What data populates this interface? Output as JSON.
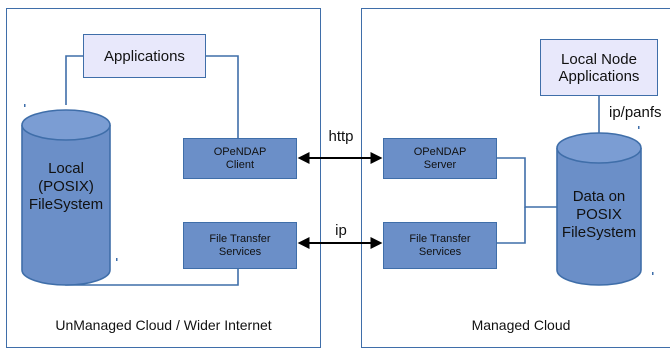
{
  "left_panel": {
    "caption": "UnManaged Cloud / Wider Internet",
    "applications": "Applications",
    "local_fs": "Local\n(POSIX)\nFileSystem",
    "opendap_client": "OPeNDAP\nClient",
    "file_transfer": "File Transfer\nServices"
  },
  "right_panel": {
    "caption": "Managed Cloud",
    "local_node_apps": "Local Node\nApplications",
    "ip_panfs": "ip/panfs",
    "opendap_server": "OPeNDAP\nServer",
    "file_transfer": "File Transfer\nServices",
    "data_store": "Data on\nPOSIX\nFileSystem"
  },
  "links": {
    "http": "http",
    "ip": "ip"
  },
  "colors": {
    "border": "#3f6ea9",
    "box_fill": "#6b8fc8",
    "app_fill": "#e8e8fb"
  }
}
